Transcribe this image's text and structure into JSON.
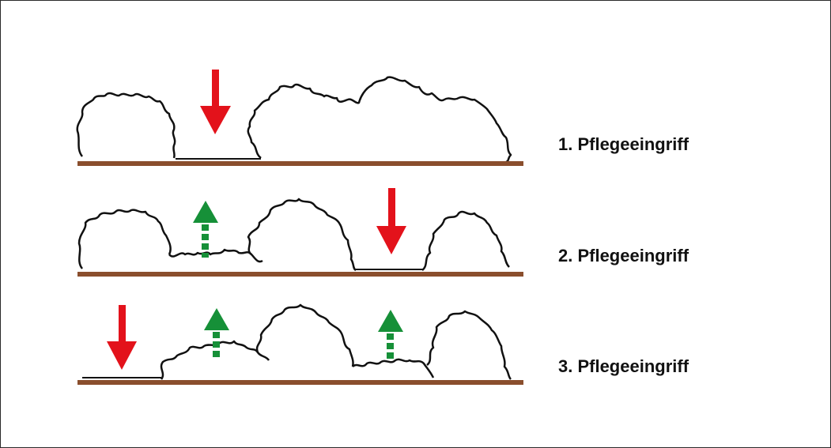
{
  "colors": {
    "ground": "#8a4e2d",
    "outline": "#111111",
    "remove_arrow": "#e3121b",
    "growth_arrow": "#169038"
  },
  "rows": [
    {
      "label": "1. Pflegeeingriff",
      "remove_arrows": 1,
      "growth_arrows": 0
    },
    {
      "label": "2. Pflegeeingriff",
      "remove_arrows": 1,
      "growth_arrows": 1
    },
    {
      "label": "3. Pflegeeingriff",
      "remove_arrows": 1,
      "growth_arrows": 2
    }
  ]
}
